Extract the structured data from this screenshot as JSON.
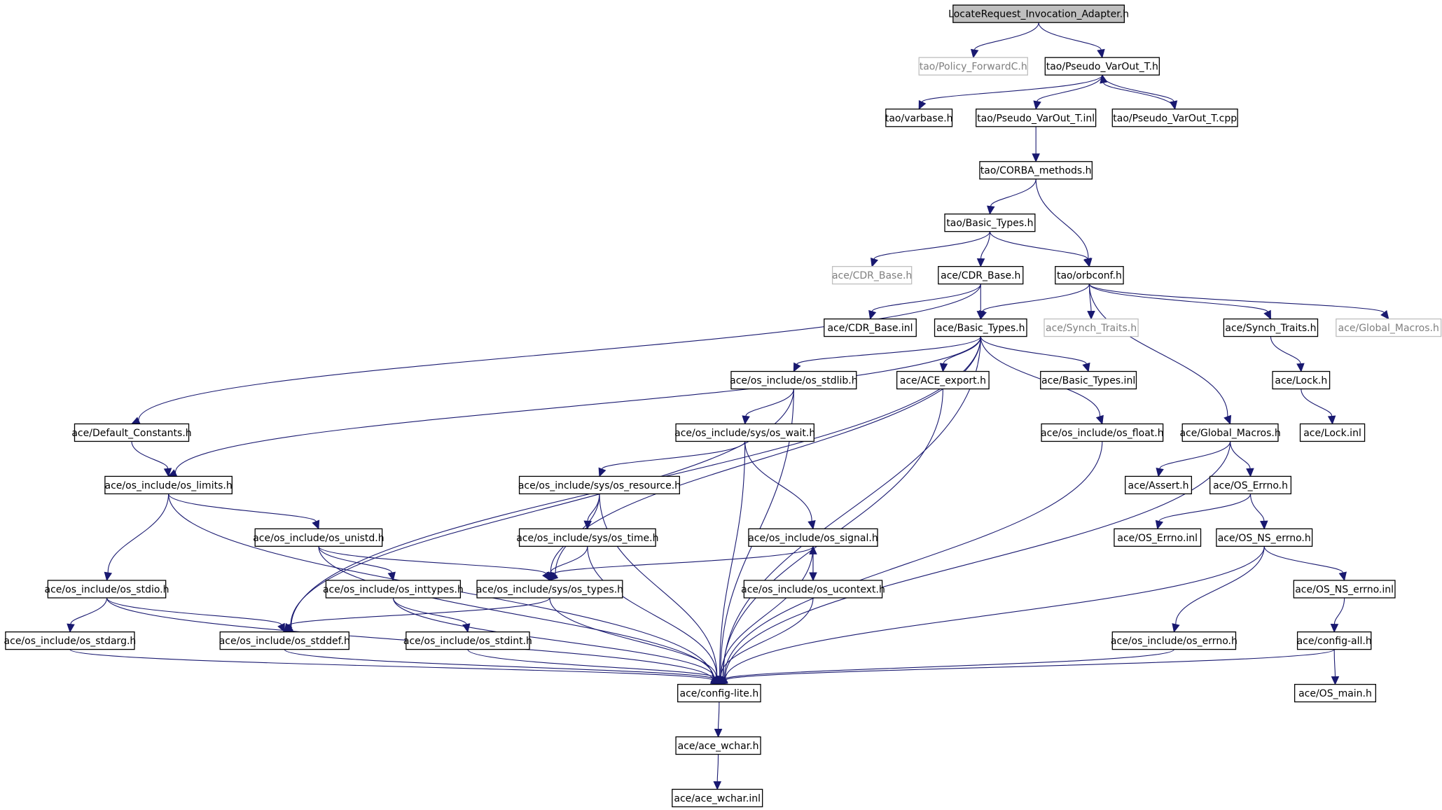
{
  "diagram": {
    "nodes": [
      {
        "id": "n0",
        "label": "LocateRequest_Invocation_Adapter.h",
        "style": "root"
      },
      {
        "id": "n1",
        "label": "tao/Policy_ForwardC.h",
        "style": "ghost"
      },
      {
        "id": "n2",
        "label": "tao/Pseudo_VarOut_T.h",
        "style": "normal"
      },
      {
        "id": "n3",
        "label": "tao/varbase.h",
        "style": "normal"
      },
      {
        "id": "n4",
        "label": "tao/Pseudo_VarOut_T.inl",
        "style": "normal"
      },
      {
        "id": "n5",
        "label": "tao/Pseudo_VarOut_T.cpp",
        "style": "normal"
      },
      {
        "id": "n6",
        "label": "tao/CORBA_methods.h",
        "style": "normal"
      },
      {
        "id": "n7",
        "label": "tao/Basic_Types.h",
        "style": "normal"
      },
      {
        "id": "n8",
        "label": "ace/CDR_Base.h",
        "style": "ghost"
      },
      {
        "id": "n9",
        "label": "ace/CDR_Base.h",
        "style": "normal"
      },
      {
        "id": "n10",
        "label": "tao/orbconf.h",
        "style": "normal"
      },
      {
        "id": "n11",
        "label": "ace/CDR_Base.inl",
        "style": "normal"
      },
      {
        "id": "n12",
        "label": "ace/Basic_Types.h",
        "style": "normal"
      },
      {
        "id": "n13",
        "label": "ace/Synch_Traits.h",
        "style": "ghost"
      },
      {
        "id": "n14",
        "label": "ace/Synch_Traits.h",
        "style": "normal"
      },
      {
        "id": "n15",
        "label": "ace/Global_Macros.h",
        "style": "ghost"
      },
      {
        "id": "n16",
        "label": "ace/os_include/os_stdlib.h",
        "style": "normal"
      },
      {
        "id": "n17",
        "label": "ace/ACE_export.h",
        "style": "normal"
      },
      {
        "id": "n18",
        "label": "ace/Basic_Types.inl",
        "style": "normal"
      },
      {
        "id": "n19",
        "label": "ace/Lock.h",
        "style": "normal"
      },
      {
        "id": "n20",
        "label": "ace/Default_Constants.h",
        "style": "normal"
      },
      {
        "id": "n21",
        "label": "ace/os_include/sys/os_wait.h",
        "style": "normal"
      },
      {
        "id": "n22",
        "label": "ace/os_include/os_float.h",
        "style": "normal"
      },
      {
        "id": "n23",
        "label": "ace/Global_Macros.h",
        "style": "normal"
      },
      {
        "id": "n24",
        "label": "ace/Lock.inl",
        "style": "normal"
      },
      {
        "id": "n25",
        "label": "ace/os_include/os_limits.h",
        "style": "normal"
      },
      {
        "id": "n26",
        "label": "ace/os_include/sys/os_resource.h",
        "style": "normal"
      },
      {
        "id": "n27",
        "label": "ace/Assert.h",
        "style": "normal"
      },
      {
        "id": "n28",
        "label": "ace/OS_Errno.h",
        "style": "normal"
      },
      {
        "id": "n29",
        "label": "ace/os_include/os_unistd.h",
        "style": "normal"
      },
      {
        "id": "n30",
        "label": "ace/os_include/sys/os_time.h",
        "style": "normal"
      },
      {
        "id": "n31",
        "label": "ace/os_include/os_signal.h",
        "style": "normal"
      },
      {
        "id": "n32",
        "label": "ace/OS_Errno.inl",
        "style": "normal"
      },
      {
        "id": "n33",
        "label": "ace/OS_NS_errno.h",
        "style": "normal"
      },
      {
        "id": "n34",
        "label": "ace/os_include/os_stdio.h",
        "style": "normal"
      },
      {
        "id": "n35",
        "label": "ace/os_include/os_inttypes.h",
        "style": "normal"
      },
      {
        "id": "n36",
        "label": "ace/os_include/sys/os_types.h",
        "style": "normal"
      },
      {
        "id": "n37",
        "label": "ace/os_include/os_ucontext.h",
        "style": "normal"
      },
      {
        "id": "n38",
        "label": "ace/OS_NS_errno.inl",
        "style": "normal"
      },
      {
        "id": "n39",
        "label": "ace/os_include/os_stdarg.h",
        "style": "normal"
      },
      {
        "id": "n40",
        "label": "ace/os_include/os_stddef.h",
        "style": "normal"
      },
      {
        "id": "n41",
        "label": "ace/os_include/os_stdint.h",
        "style": "normal"
      },
      {
        "id": "n42",
        "label": "ace/os_include/os_errno.h",
        "style": "normal"
      },
      {
        "id": "n43",
        "label": "ace/config-all.h",
        "style": "normal"
      },
      {
        "id": "n44",
        "label": "ace/config-lite.h",
        "style": "normal"
      },
      {
        "id": "n45",
        "label": "ace/OS_main.h",
        "style": "normal"
      },
      {
        "id": "n46",
        "label": "ace/ace_wchar.h",
        "style": "normal"
      },
      {
        "id": "n47",
        "label": "ace/ace_wchar.inl",
        "style": "normal"
      }
    ],
    "edges": [
      [
        "n0",
        "n1"
      ],
      [
        "n0",
        "n2"
      ],
      [
        "n2",
        "n3"
      ],
      [
        "n2",
        "n4"
      ],
      [
        "n2",
        "n5"
      ],
      [
        "n5",
        "n2"
      ],
      [
        "n4",
        "n6"
      ],
      [
        "n6",
        "n7"
      ],
      [
        "n6",
        "n10"
      ],
      [
        "n7",
        "n8"
      ],
      [
        "n7",
        "n9"
      ],
      [
        "n7",
        "n10"
      ],
      [
        "n9",
        "n11"
      ],
      [
        "n9",
        "n12"
      ],
      [
        "n9",
        "n20"
      ],
      [
        "n10",
        "n12"
      ],
      [
        "n10",
        "n13"
      ],
      [
        "n10",
        "n14"
      ],
      [
        "n10",
        "n15"
      ],
      [
        "n10",
        "n23"
      ],
      [
        "n12",
        "n16"
      ],
      [
        "n12",
        "n17"
      ],
      [
        "n12",
        "n18"
      ],
      [
        "n12",
        "n22"
      ],
      [
        "n12",
        "n25"
      ],
      [
        "n12",
        "n36"
      ],
      [
        "n12",
        "n40"
      ],
      [
        "n12",
        "n44"
      ],
      [
        "n14",
        "n19"
      ],
      [
        "n19",
        "n24"
      ],
      [
        "n16",
        "n21"
      ],
      [
        "n16",
        "n40"
      ],
      [
        "n16",
        "n44"
      ],
      [
        "n17",
        "n44"
      ],
      [
        "n20",
        "n25"
      ],
      [
        "n21",
        "n26"
      ],
      [
        "n21",
        "n31"
      ],
      [
        "n21",
        "n44"
      ],
      [
        "n22",
        "n44"
      ],
      [
        "n23",
        "n27"
      ],
      [
        "n23",
        "n28"
      ],
      [
        "n23",
        "n44"
      ],
      [
        "n25",
        "n29"
      ],
      [
        "n25",
        "n34"
      ],
      [
        "n25",
        "n44"
      ],
      [
        "n26",
        "n30"
      ],
      [
        "n26",
        "n36"
      ],
      [
        "n26",
        "n44"
      ],
      [
        "n28",
        "n32"
      ],
      [
        "n28",
        "n33"
      ],
      [
        "n29",
        "n35"
      ],
      [
        "n29",
        "n36"
      ],
      [
        "n29",
        "n44"
      ],
      [
        "n30",
        "n36"
      ],
      [
        "n30",
        "n44"
      ],
      [
        "n31",
        "n36"
      ],
      [
        "n31",
        "n37"
      ],
      [
        "n37",
        "n31"
      ],
      [
        "n31",
        "n44"
      ],
      [
        "n33",
        "n38"
      ],
      [
        "n33",
        "n42"
      ],
      [
        "n33",
        "n44"
      ],
      [
        "n34",
        "n39"
      ],
      [
        "n34",
        "n40"
      ],
      [
        "n34",
        "n44"
      ],
      [
        "n35",
        "n41"
      ],
      [
        "n35",
        "n44"
      ],
      [
        "n36",
        "n40"
      ],
      [
        "n36",
        "n44"
      ],
      [
        "n37",
        "n44"
      ],
      [
        "n38",
        "n43"
      ],
      [
        "n39",
        "n44"
      ],
      [
        "n40",
        "n44"
      ],
      [
        "n41",
        "n44"
      ],
      [
        "n42",
        "n44"
      ],
      [
        "n43",
        "n44"
      ],
      [
        "n43",
        "n45"
      ],
      [
        "n44",
        "n46"
      ],
      [
        "n46",
        "n47"
      ]
    ]
  }
}
